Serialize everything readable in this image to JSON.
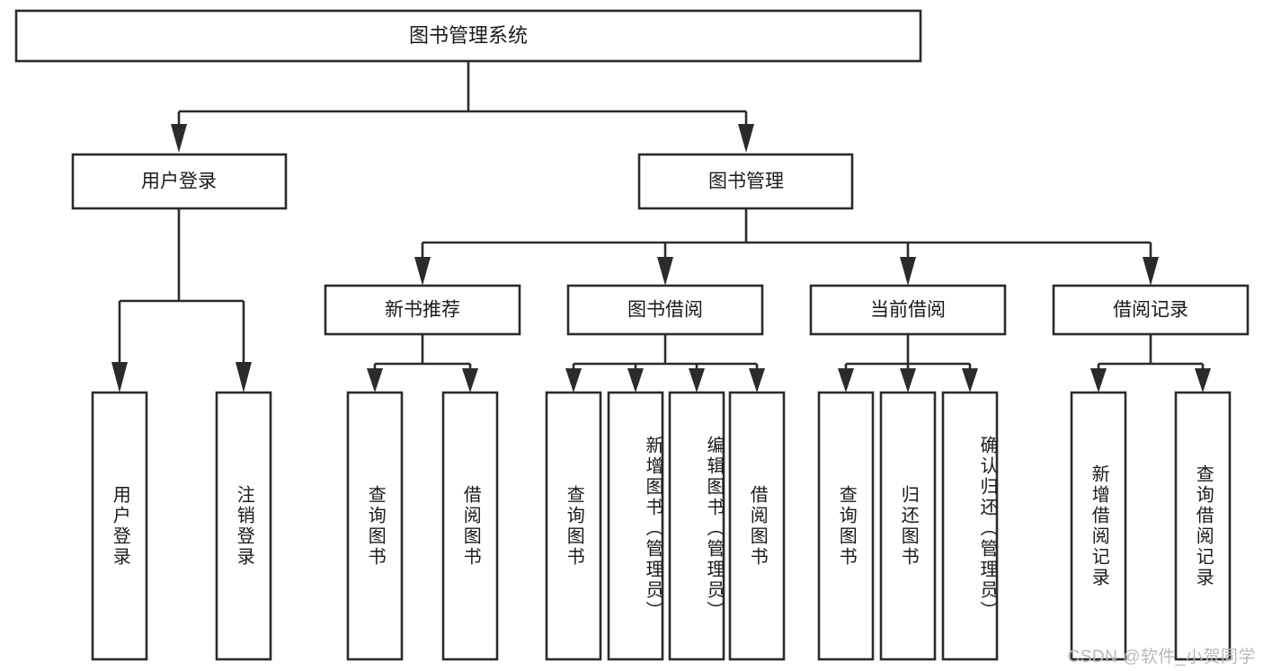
{
  "diagram": {
    "type": "tree-hierarchy-chart",
    "title": "图书管理系统",
    "watermark": "CSDN @软件_小贺同学",
    "colors": {
      "box_stroke": "#2b2b2b",
      "box_fill": "#ffffff",
      "text": "#1a1a1a",
      "background": "#ffffff",
      "watermark": "#b9b9b9"
    },
    "levels": {
      "root": {
        "label": "图书管理系统"
      },
      "level2": [
        {
          "label": "用户登录"
        },
        {
          "label": "图书管理"
        }
      ],
      "level3": [
        {
          "label": "新书推荐"
        },
        {
          "label": "图书借阅"
        },
        {
          "label": "当前借阅"
        },
        {
          "label": "借阅记录"
        }
      ],
      "leaves": [
        {
          "label": "用户登录",
          "parent": "用户登录"
        },
        {
          "label": "注销登录",
          "parent": "用户登录"
        },
        {
          "label": "查询图书",
          "parent": "新书推荐"
        },
        {
          "label": "借阅图书",
          "parent": "新书推荐"
        },
        {
          "label": "查询图书",
          "parent": "图书借阅"
        },
        {
          "label": "新增图书（管理员）",
          "parent": "图书借阅"
        },
        {
          "label": "编辑图书（管理员）",
          "parent": "图书借阅"
        },
        {
          "label": "借阅图书",
          "parent": "图书借阅"
        },
        {
          "label": "查询图书",
          "parent": "当前借阅"
        },
        {
          "label": "归还图书",
          "parent": "当前借阅"
        },
        {
          "label": "确认归还（管理员）",
          "parent": "当前借阅"
        },
        {
          "label": "新增借阅记录",
          "parent": "借阅记录"
        },
        {
          "label": "查询借阅记录",
          "parent": "借阅记录"
        }
      ]
    }
  }
}
